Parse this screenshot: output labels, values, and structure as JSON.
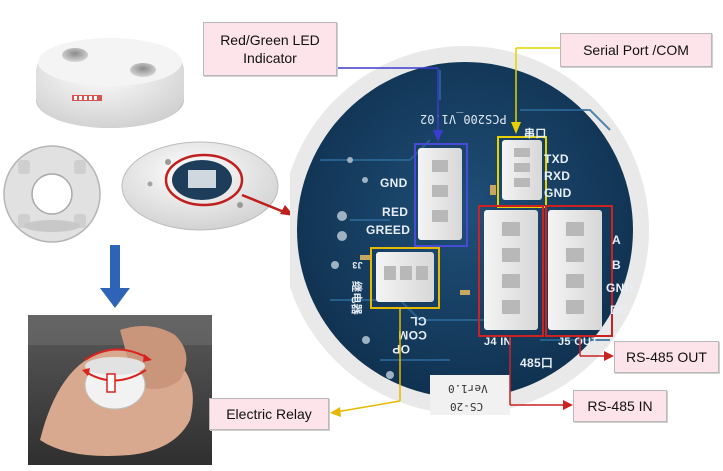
{
  "callouts": {
    "led": "Red/Green LED\nIndicator",
    "serial": "Serial Port /COM",
    "relay": "Electric Relay",
    "rs485_out": "RS-485 OUT",
    "rs485_in": "RS-485 IN"
  },
  "pcb": {
    "model": "PCS200_V1.02",
    "led_pins": [
      "GND",
      "RED",
      "GREED"
    ],
    "serial_pins": [
      "TXD",
      "RXD",
      "GND"
    ],
    "serial_header": "串口",
    "rs_pins": [
      "A",
      "B",
      "GND",
      "DC"
    ],
    "relay_pins": [
      "CL",
      "COM",
      "OP"
    ],
    "j4": "J4 IN",
    "j5": "J5 OUT",
    "rs485_label": "485口",
    "relay_cn": "继电器",
    "j3": "J3",
    "version": "Ver1.0",
    "ref": "CS-20"
  },
  "colors": {
    "callout_fill": "#fde3ea",
    "led_line": "#3b3bd1",
    "serial_line": "#e6d200",
    "relay_line": "#e6b800",
    "rs485_line": "#cc2222",
    "arrow_red": "#c0201d",
    "arrow_blue": "#2e63b8"
  }
}
